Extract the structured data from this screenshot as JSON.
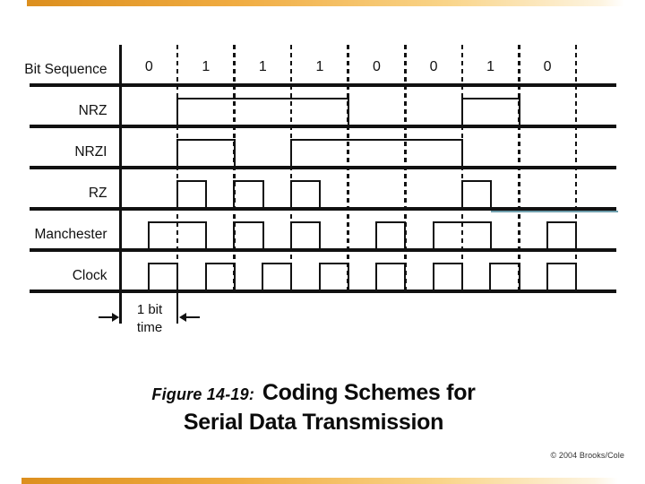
{
  "caption": {
    "prefix": "Figure 14-19:",
    "line1": "Coding Schemes for",
    "line2": "Serial Data Transmission"
  },
  "copyright": "© 2004 Brooks/Cole",
  "colors": {
    "ink": "#111111",
    "artifact_teal": "#6f9fad",
    "accent_start": "#dc8f1e",
    "accent_mid": "#f0ac42",
    "accent_light": "#f9d488",
    "accent_end": "#fdf4e0"
  },
  "chart_data": {
    "type": "timing-diagram",
    "title": "Coding Schemes for Serial Data Transmission",
    "bit_cells": 8,
    "bit_sequence": [
      "0",
      "1",
      "1",
      "1",
      "0",
      "0",
      "1",
      "0"
    ],
    "bit_time_label": [
      "1 bit",
      "time"
    ],
    "rows": [
      {
        "label": "Bit Sequence",
        "kind": "labels"
      },
      {
        "label": "NRZ",
        "kind": "waveform",
        "high_intervals_bit_units": [
          [
            1,
            4
          ],
          [
            6,
            7
          ]
        ]
      },
      {
        "label": "NRZI",
        "kind": "waveform",
        "high_intervals_bit_units": [
          [
            1,
            2
          ],
          [
            3,
            6
          ]
        ]
      },
      {
        "label": "RZ",
        "kind": "waveform",
        "high_intervals_bit_units": [
          [
            1,
            1.5
          ],
          [
            2,
            2.5
          ],
          [
            3,
            3.5
          ],
          [
            6,
            6.5
          ]
        ]
      },
      {
        "label": "Manchester",
        "kind": "waveform",
        "high_intervals_bit_units": [
          [
            0.5,
            1.5
          ],
          [
            2,
            2.5
          ],
          [
            3,
            3.5
          ],
          [
            4.5,
            5
          ],
          [
            5.5,
            6.5
          ],
          [
            7.5,
            8
          ]
        ]
      },
      {
        "label": "Clock",
        "kind": "waveform",
        "high_intervals_bit_units": [
          [
            0.5,
            1
          ],
          [
            1.5,
            2
          ],
          [
            2.5,
            3
          ],
          [
            3.5,
            4
          ],
          [
            4.5,
            5
          ],
          [
            5.5,
            6
          ],
          [
            6.5,
            7
          ],
          [
            7.5,
            8
          ]
        ]
      }
    ],
    "artifact_line": {
      "description": "stray teal line at right end of RZ baseline"
    }
  }
}
